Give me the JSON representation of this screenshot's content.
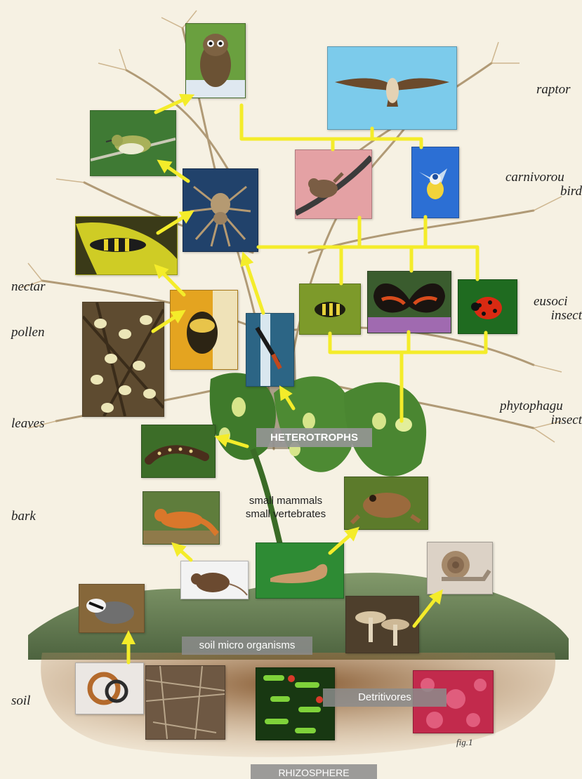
{
  "labels": {
    "raptors": "raptor",
    "carnivorous_line1": "carnivorou",
    "carnivorous_line2": "bird",
    "nectar": "nectar",
    "pollen": "pollen",
    "eusocial_line1": "eusoci",
    "eusocial_line2": "insect",
    "leaves": "leaves",
    "phytophagus_line1": "phytophagu",
    "phytophagus_line2": "insect",
    "bark": "bark",
    "soil": "soil"
  },
  "banners": {
    "heterotrophs": "HETEROTROPHS",
    "soil_micro": "soil micro organisms",
    "detritivores": "Detritivores",
    "rhizosphere": "RHIZOSPHERE"
  },
  "notes": {
    "mammals_line1": "small mammals",
    "mammals_line2": "small vertebrates"
  },
  "figure_label": "fig.1",
  "colors": {
    "arrow": "#f4ec2a",
    "background": "#f6f1e3"
  }
}
